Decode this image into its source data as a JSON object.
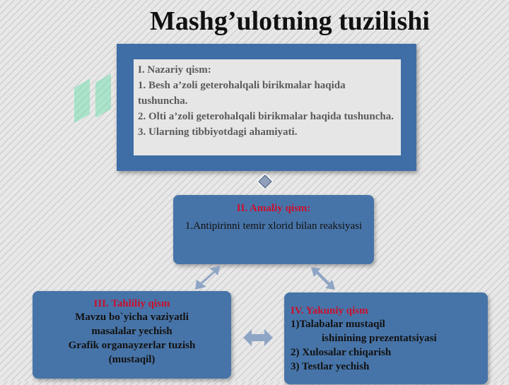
{
  "title": "Mashg’ulotning tuzilishi",
  "theory": {
    "lines": [
      "I. Nazariy qism:",
      "1. Besh a’zoli geterohalqali birikmalar haqida tushuncha.",
      "2. Olti a’zoli geterohalqali birikmalar haqida tushuncha.",
      "3. Ularning tibbiyotdagi ahamiyati."
    ]
  },
  "practice": {
    "heading": "II. Amaliy qism",
    "colon": ":",
    "item": "1.Antipirinni temir xlorid bilan reaksiyasi"
  },
  "analysis": {
    "heading": "III. Tahliliy qism",
    "lines": [
      "Mavzu bo`yicha vaziyatli",
      "masalalar yechish",
      "Grafik organayzerlar tuzish",
      "(mustaqil)"
    ]
  },
  "final": {
    "heading": "IV. Yakuniy qism",
    "lines": [
      "1)Talabalar mustaqil",
      "ishinining  prezentatsiyasi",
      "2) Xulosalar chiqarish",
      "3) Testlar yechish"
    ]
  },
  "colors": {
    "frame": "#3f6ea6",
    "box": "#4774a8",
    "heading_red": "#c8102e",
    "arrow": "#8fa5c5",
    "watermark": "#3ddc97"
  },
  "icons": [
    "watermark-logo-icon",
    "diamond-connector-icon",
    "double-arrow-icon"
  ]
}
